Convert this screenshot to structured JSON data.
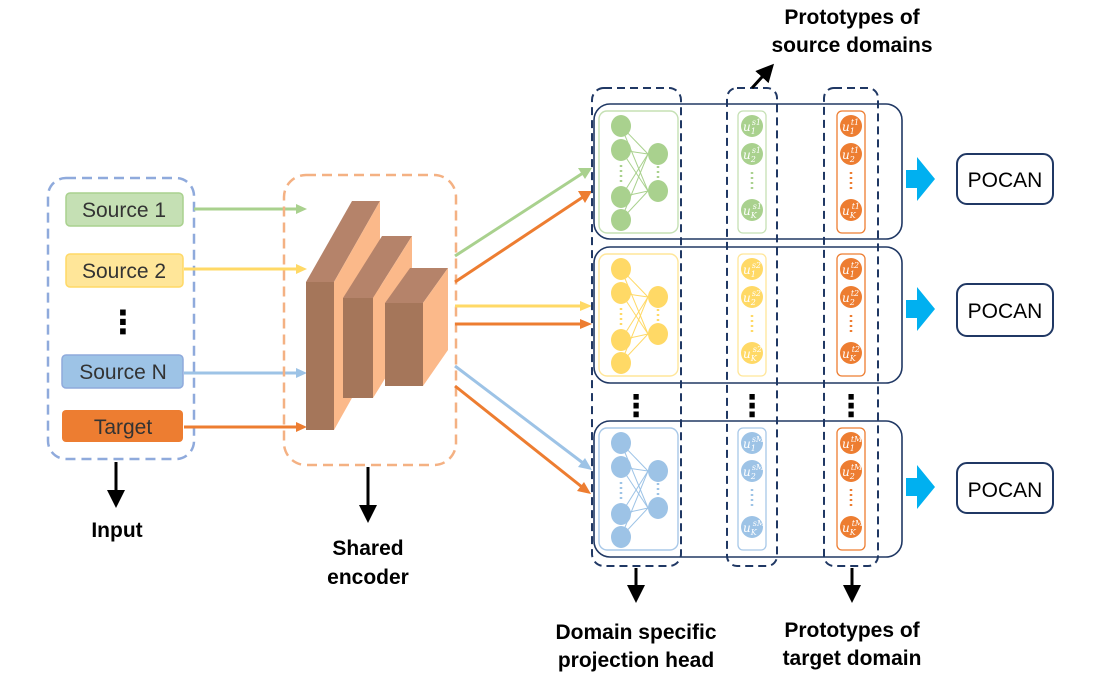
{
  "inputs": {
    "source1": "Source 1",
    "source2": "Source 2",
    "sourceN": "Source N",
    "target": "Target",
    "ellipsis": "⋮"
  },
  "labels": {
    "input": "Input",
    "encoder_line1": "Shared",
    "encoder_line2": "encoder",
    "proto_source_line1": "Prototypes of",
    "proto_source_line2": "source domains",
    "head_line1": "Domain specific",
    "head_line2": "projection head",
    "proto_target_line1": "Prototypes of",
    "proto_target_line2": "target domain"
  },
  "pocan": [
    "POCAN",
    "POCAN",
    "POCAN"
  ],
  "rows": [
    {
      "theme": "green",
      "src": [
        [
          "u",
          "1",
          "s1"
        ],
        [
          "u",
          "2",
          "s1"
        ],
        [
          "u",
          "K",
          "s1"
        ]
      ],
      "tgt": [
        [
          "u",
          "1",
          "t1"
        ],
        [
          "u",
          "2",
          "t1"
        ],
        [
          "u",
          "K",
          "t1"
        ]
      ]
    },
    {
      "theme": "yellow",
      "src": [
        [
          "u",
          "1",
          "s2"
        ],
        [
          "u",
          "2",
          "s2"
        ],
        [
          "u",
          "K",
          "s2"
        ]
      ],
      "tgt": [
        [
          "u",
          "1",
          "t2"
        ],
        [
          "u",
          "2",
          "t2"
        ],
        [
          "u",
          "K",
          "t2"
        ]
      ]
    },
    {
      "theme": "blue",
      "src": [
        [
          "u",
          "1",
          "sM"
        ],
        [
          "u",
          "2",
          "sM"
        ],
        [
          "u",
          "K",
          "sM"
        ]
      ],
      "tgt": [
        [
          "u",
          "1",
          "tM"
        ],
        [
          "u",
          "2",
          "tM"
        ],
        [
          "u",
          "K",
          "tM"
        ]
      ]
    }
  ],
  "colors": {
    "green": "#a9d18e",
    "green_box": "#c5e0b4",
    "yellow": "#ffd966",
    "yellow_box": "#ffe699",
    "blue": "#9dc3e6",
    "blue_box": "#a8c8e8",
    "orange": "#ed7d31",
    "dark": "#1f3864",
    "pocan_arrow": "#00b0f0",
    "encoder_dark": "#a5765a",
    "encoder_light": "#fbb98a"
  }
}
